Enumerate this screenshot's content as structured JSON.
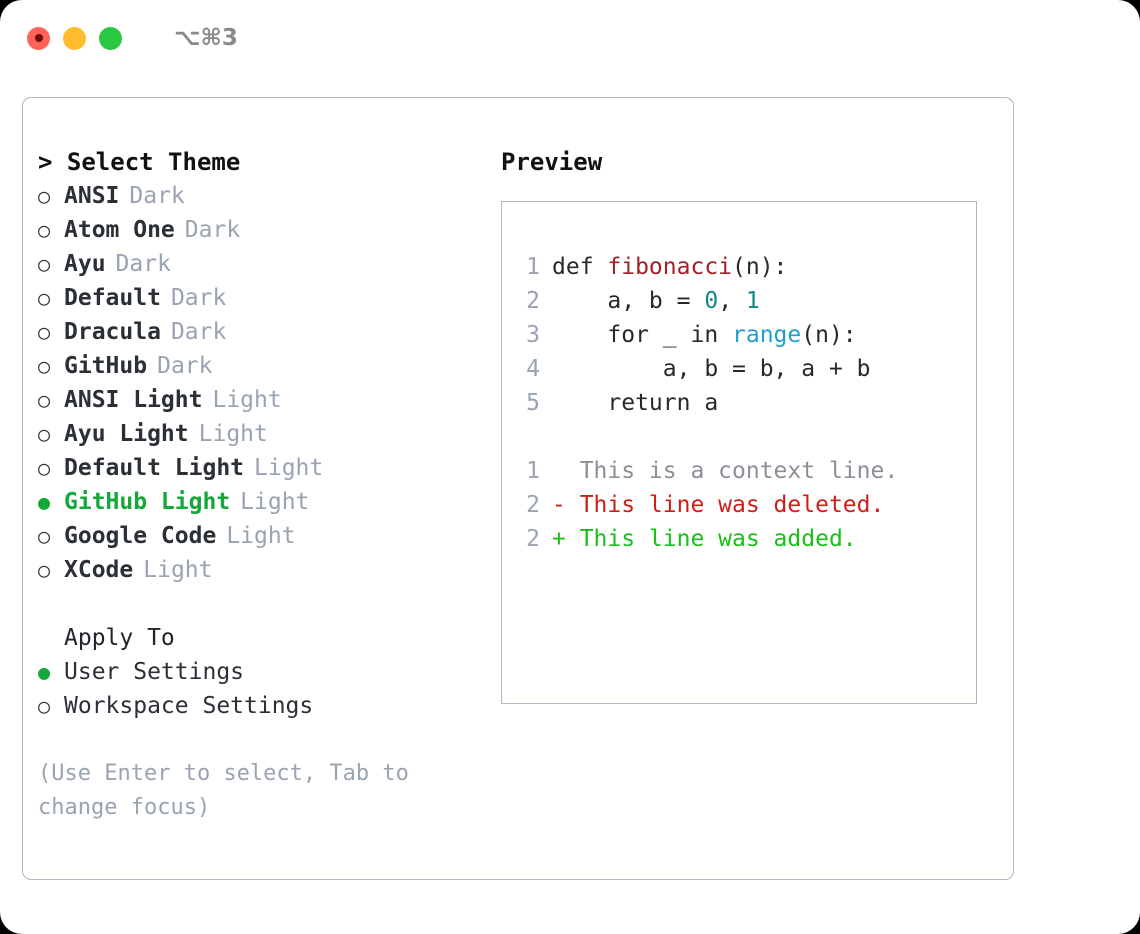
{
  "window": {
    "shortcut": "⌥⌘3",
    "traffic_lights": [
      {
        "name": "close-button",
        "color": "#ff6259"
      },
      {
        "name": "minimize-button",
        "color": "#ffbd2e"
      },
      {
        "name": "maximize-button",
        "color": "#28c840"
      }
    ]
  },
  "colors": {
    "accent_selected": "#12a83a",
    "muted": "#9aa3b2",
    "text": "#24292e",
    "border": "#aeb7c4",
    "diff_add": "#18c018",
    "diff_del": "#cc1f1a",
    "syntax_function": "#a32024",
    "syntax_number": "#0f8a8a",
    "syntax_builtin": "#1f9fd0"
  },
  "theme_picker": {
    "heading": "> Select Theme",
    "selected_bullet": "●",
    "unselected_bullet": "○",
    "items": [
      {
        "name": "ANSI",
        "variant": "Dark",
        "selected": false
      },
      {
        "name": "Atom One",
        "variant": "Dark",
        "selected": false
      },
      {
        "name": "Ayu",
        "variant": "Dark",
        "selected": false
      },
      {
        "name": "Default",
        "variant": "Dark",
        "selected": false
      },
      {
        "name": "Dracula",
        "variant": "Dark",
        "selected": false
      },
      {
        "name": "GitHub",
        "variant": "Dark",
        "selected": false
      },
      {
        "name": "ANSI Light",
        "variant": "Light",
        "selected": false
      },
      {
        "name": "Ayu Light",
        "variant": "Light",
        "selected": false
      },
      {
        "name": "Default Light",
        "variant": "Light",
        "selected": false
      },
      {
        "name": "GitHub Light",
        "variant": "Light",
        "selected": true
      },
      {
        "name": "Google Code",
        "variant": "Light",
        "selected": false
      },
      {
        "name": "XCode",
        "variant": "Light",
        "selected": false
      }
    ]
  },
  "apply_to": {
    "title": "Apply To",
    "items": [
      {
        "label": "User Settings",
        "selected": true
      },
      {
        "label": "Workspace Settings",
        "selected": false
      }
    ]
  },
  "hint": "(Use Enter to select, Tab to change focus)",
  "preview": {
    "title": "Preview",
    "code_lines": [
      {
        "no": "1",
        "tokens": [
          {
            "t": "def ",
            "k": "plain"
          },
          {
            "t": "fibonacci",
            "k": "fn"
          },
          {
            "t": "(n):",
            "k": "plain"
          }
        ]
      },
      {
        "no": "2",
        "tokens": [
          {
            "t": "    a, b = ",
            "k": "plain"
          },
          {
            "t": "0",
            "k": "num"
          },
          {
            "t": ", ",
            "k": "plain"
          },
          {
            "t": "1",
            "k": "num"
          }
        ]
      },
      {
        "no": "3",
        "tokens": [
          {
            "t": "    for _ in ",
            "k": "plain"
          },
          {
            "t": "range",
            "k": "builtin"
          },
          {
            "t": "(n):",
            "k": "plain"
          }
        ]
      },
      {
        "no": "4",
        "tokens": [
          {
            "t": "        a, b = b, a + b",
            "k": "plain"
          }
        ]
      },
      {
        "no": "5",
        "tokens": [
          {
            "t": "    return a",
            "k": "plain"
          }
        ]
      }
    ],
    "diff_lines": [
      {
        "no": "1",
        "marker": " ",
        "text": " This is a context line.",
        "kind": "context"
      },
      {
        "no": "2",
        "marker": "-",
        "text": " This line was deleted.",
        "kind": "del"
      },
      {
        "no": "2",
        "marker": "+",
        "text": " This line was added.",
        "kind": "add"
      }
    ]
  }
}
